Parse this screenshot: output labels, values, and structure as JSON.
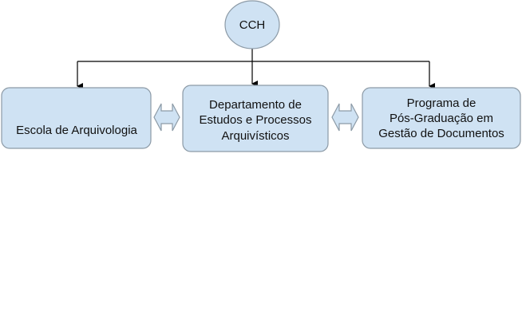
{
  "colors": {
    "node_fill": "#cfe2f3",
    "node_border": "#8c9aa6",
    "connector": "#000000"
  },
  "root": {
    "label": "CCH"
  },
  "children": [
    {
      "lines": [
        "Escola de Arquivologia"
      ]
    },
    {
      "lines": [
        "Departamento de",
        "Estudos e Processos",
        "Arquivísticos"
      ]
    },
    {
      "lines": [
        "Programa de",
        "Pós-Graduação em",
        "Gestão de Documentos"
      ]
    }
  ]
}
